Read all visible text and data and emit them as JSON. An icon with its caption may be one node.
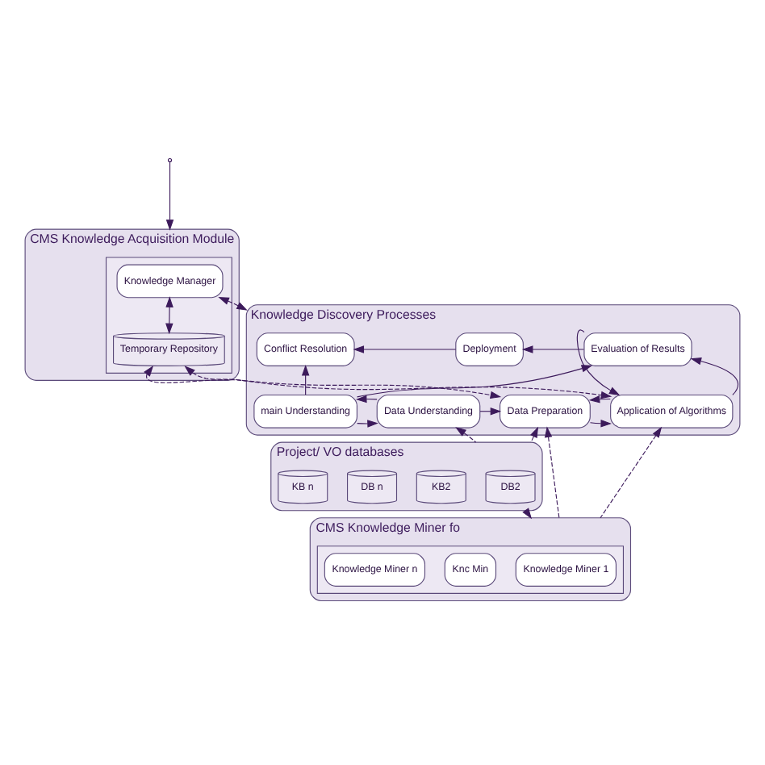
{
  "diagram": {
    "nodes": [
      {
        "text": [
          "CMS Knowledge Acquisition Module"
        ]
      },
      {
        "text": [],
        "shape": "box",
        "in": 0
      },
      {
        "text": [
          "Knowledge Manager"
        ],
        "in": 1
      },
      {
        "text": [
          "Temporary Repository"
        ],
        "in": 1
      },
      {
        "text": [
          "Knowledge Discovery Processes"
        ]
      },
      {
        "text": [
          "Conflict Resolution"
        ],
        "in": 4
      },
      {
        "text": [
          "Deployment"
        ],
        "in": 4
      },
      {
        "text": [
          "Evaluation of Results"
        ],
        "in": 4
      },
      {
        "text": [
          "main Understanding"
        ],
        "in": 4
      },
      {
        "text": [
          "Data Understanding"
        ],
        "in": 4
      },
      {
        "text": [
          "Data Preparation"
        ],
        "in": 4
      },
      {
        "text": [
          "Application of Algorithms"
        ],
        "in": 4
      },
      {
        "text": [
          "Project/ VO databases"
        ]
      },
      {
        "text": [
          "DB2"
        ],
        "in": 12
      },
      {
        "text": [
          "KB2"
        ],
        "in": 12
      },
      {
        "text": [
          "DB n"
        ],
        "in": 12
      },
      {
        "text": [
          "KB n"
        ],
        "in": 12
      },
      {
        "text": [
          "CMS Knowledge Miner fo"
        ]
      },
      {
        "text": [],
        "shape": "box",
        "in": 17
      },
      {
        "text": [
          "Knowledge Miner 1"
        ],
        "in": 18
      },
      {
        "text": [
          "Knc Min"
        ],
        "in": 18
      },
      {
        "text": [
          "Knowledge Miner n"
        ],
        "in": 18
      }
    ],
    "edges": [
      {
        "from": 2,
        "to": 3,
        "arrow": "both"
      },
      {
        "from": 2,
        "to": 4,
        "arrow": "both",
        "style": "dashed"
      },
      {
        "from": 3,
        "to": 10,
        "arrow": "both",
        "style": "dashed"
      },
      {
        "from": 3,
        "to": 11,
        "arrow": "both",
        "style": "dashed"
      },
      {
        "from": 7,
        "to": 6,
        "arrow": "to"
      },
      {
        "from": 6,
        "to": 5,
        "arrow": "to"
      },
      {
        "from": 8,
        "to": 5,
        "arrow": "to"
      },
      {
        "from": 8,
        "to": 7,
        "arrow": "to"
      },
      {
        "from": 8,
        "to": 9,
        "arrow": "to"
      },
      {
        "from": 9,
        "to": 8,
        "arrow": "to"
      },
      {
        "from": 9,
        "to": 10,
        "arrow": "to"
      },
      {
        "from": 10,
        "to": 11,
        "arrow": "to"
      },
      {
        "from": 11,
        "to": 10,
        "arrow": "to"
      },
      {
        "from": 11,
        "to": 7,
        "arrow": "to"
      },
      {
        "from": 7,
        "to": 11,
        "arrow": "to"
      },
      {
        "from": 12,
        "to": 9,
        "arrow": "to",
        "style": "dashed"
      },
      {
        "from": 12,
        "to": 10,
        "arrow": "to",
        "style": "dashed"
      },
      {
        "from": 17,
        "to": 10,
        "arrow": "to",
        "style": "dashed"
      },
      {
        "from": 17,
        "to": 11,
        "arrow": "to",
        "style": "dashed"
      },
      {
        "from": 12,
        "to": 17,
        "arrow": "to"
      },
      {
        "from": null,
        "to": 0,
        "arrow": "to"
      }
    ]
  }
}
